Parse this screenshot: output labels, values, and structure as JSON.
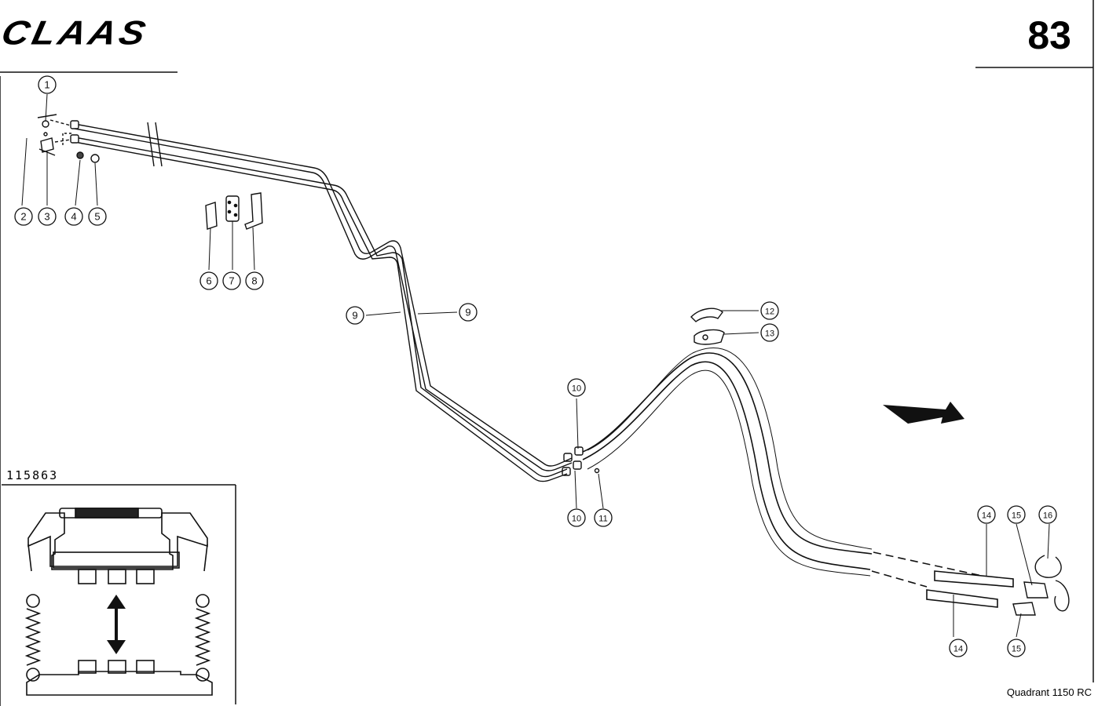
{
  "header": {
    "brand_logo_text": "CLAAS",
    "page_number": "83"
  },
  "drawing_number": "115863",
  "model_label": "Quadrant 1150 RC",
  "callouts": [
    {
      "label": "1"
    },
    {
      "label": "2"
    },
    {
      "label": "3"
    },
    {
      "label": "4"
    },
    {
      "label": "5"
    },
    {
      "label": "6"
    },
    {
      "label": "7"
    },
    {
      "label": "8"
    },
    {
      "label": "9"
    },
    {
      "label": "9"
    },
    {
      "label": "10"
    },
    {
      "label": "10"
    },
    {
      "label": "11"
    },
    {
      "label": "12"
    },
    {
      "label": "13"
    },
    {
      "label": "14"
    },
    {
      "label": "14"
    },
    {
      "label": "15"
    },
    {
      "label": "15"
    },
    {
      "label": "16"
    }
  ],
  "colors": {
    "ink": "#111111",
    "paper": "#ffffff"
  }
}
